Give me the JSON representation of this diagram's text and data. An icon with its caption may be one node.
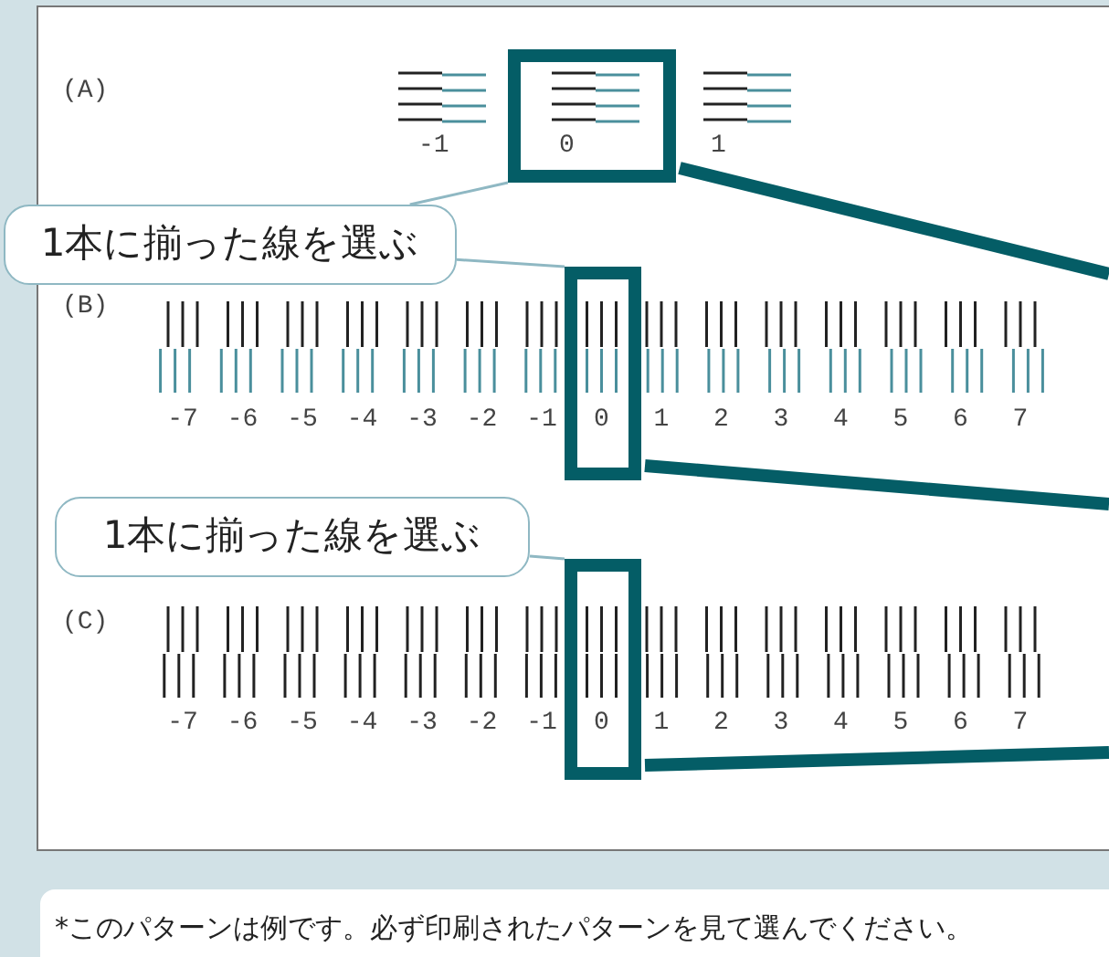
{
  "diagram": {
    "nodes": [
      {
        "text": [
          "1本に揃った線を選ぶ"
        ]
      },
      {
        "text": [
          "1本に揃った線を選ぶ"
        ]
      },
      {
        "text": [],
        "shape": "box"
      },
      {
        "text": [],
        "shape": "box"
      },
      {
        "text": [],
        "shape": "box"
      },
      {
        "text": [
          "*このパターンは例です。必ず印刷されたパターンを見て選んでください。"
        ]
      }
    ],
    "edges": [
      {
        "from": 0,
        "to": 2,
        "arrow": "none",
        "color": "#8fb8c3"
      },
      {
        "from": 0,
        "to": 3,
        "arrow": "none",
        "color": "#8fb8c3"
      },
      {
        "from": 1,
        "to": 4,
        "arrow": "none",
        "color": "#8fb8c3"
      },
      {
        "from": 2,
        "to": null,
        "arrow": "none",
        "style": "thick",
        "color": "#045d66"
      },
      {
        "from": 3,
        "to": null,
        "arrow": "none",
        "style": "thick",
        "color": "#045d66"
      },
      {
        "from": 4,
        "to": null,
        "arrow": "none",
        "style": "thick",
        "color": "#045d66"
      }
    ],
    "labels": [
      "(A)",
      "-1",
      "0",
      "1",
      "(B)",
      "-7",
      "-6",
      "-5",
      "-4",
      "-3",
      "-2",
      "-1",
      "0",
      "1",
      "2",
      "3",
      "4",
      "5",
      "6",
      "7",
      "(C)",
      "-7",
      "-6",
      "-5",
      "-4",
      "-3",
      "-2",
      "-1",
      "0",
      "1",
      "2",
      "3",
      "4",
      "5",
      "6",
      "7"
    ]
  }
}
